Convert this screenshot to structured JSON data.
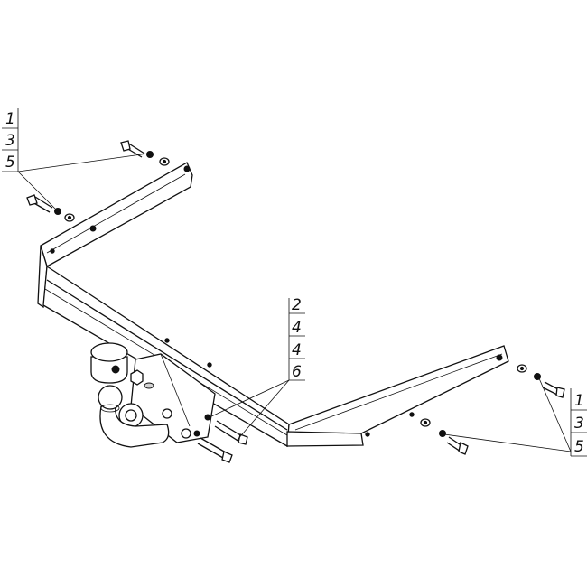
{
  "callouts": {
    "left_top": [
      "1",
      "3",
      "5"
    ],
    "center": [
      "2",
      "4",
      "4",
      "6"
    ],
    "right": [
      "1",
      "3",
      "5"
    ]
  }
}
